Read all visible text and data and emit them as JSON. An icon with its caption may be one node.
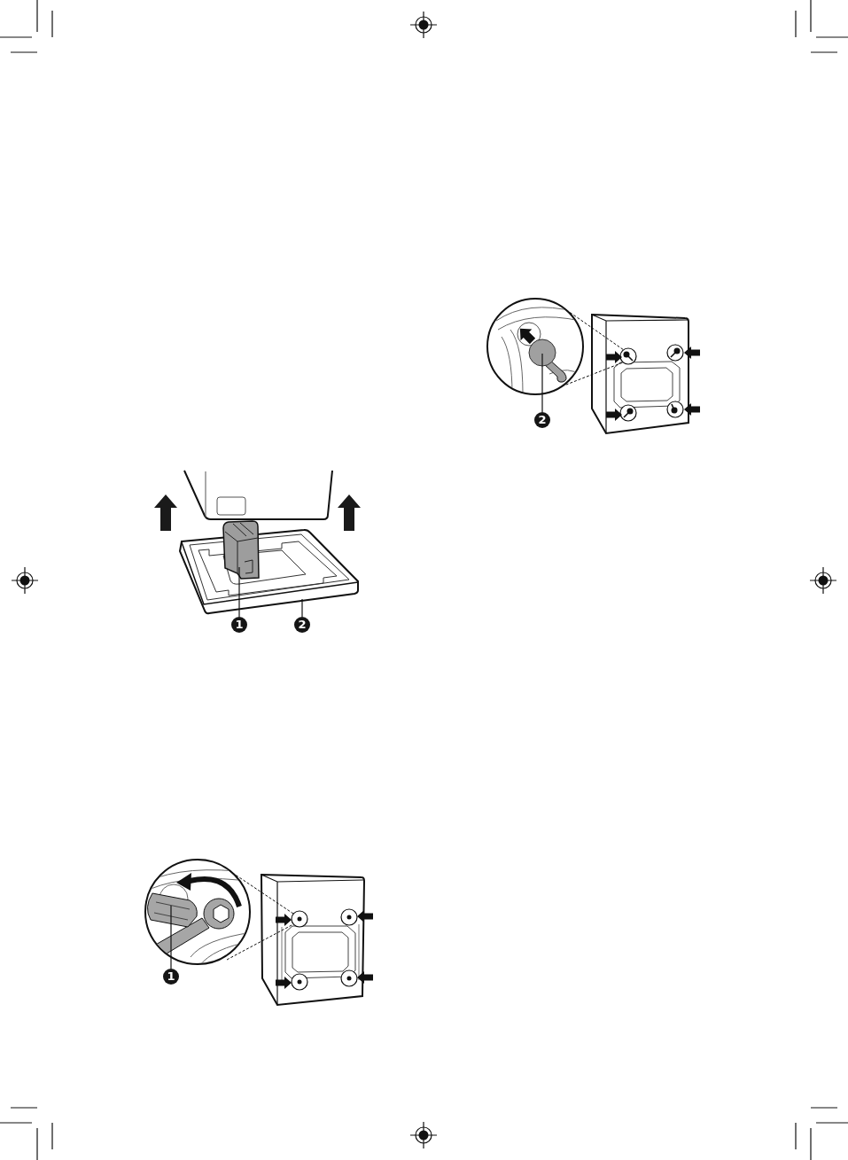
{
  "diagram": {
    "nodes": [
      {
        "text": [
          "1"
        ]
      },
      {
        "text": [
          "2"
        ]
      },
      {
        "text": [
          "1"
        ]
      },
      {
        "text": [
          "2"
        ]
      }
    ],
    "edges": [
      {
        "from": 0,
        "to": null,
        "arrow": "none"
      },
      {
        "from": 1,
        "to": null,
        "arrow": "none"
      },
      {
        "from": 2,
        "to": null,
        "arrow": "none"
      },
      {
        "from": 3,
        "to": null,
        "arrow": "none"
      }
    ]
  }
}
